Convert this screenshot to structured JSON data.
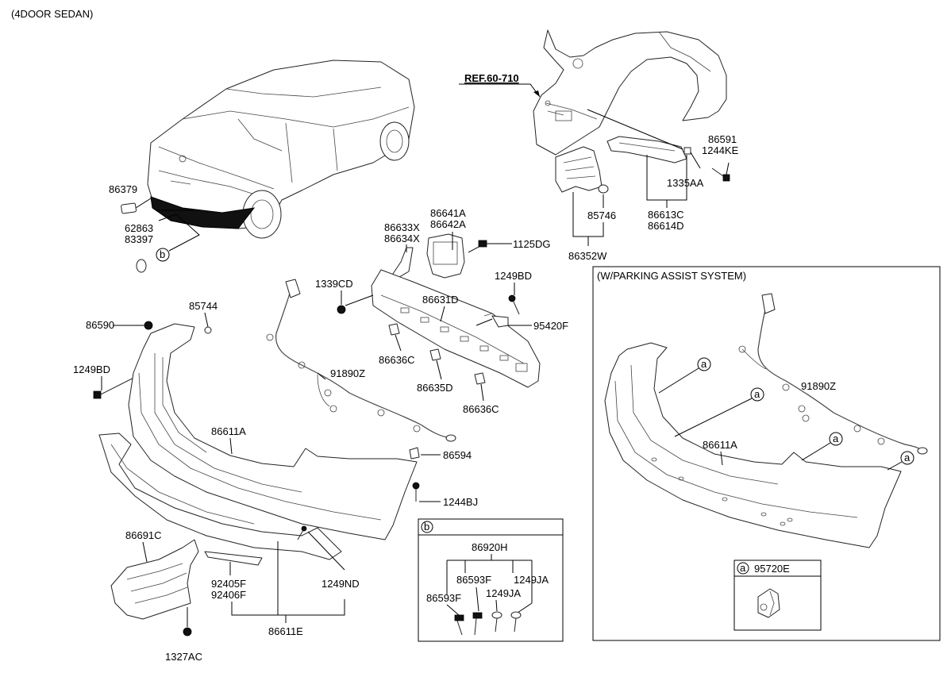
{
  "header": {
    "variant": "(4DOOR SEDAN)"
  },
  "ref_label": "REF.60-710",
  "parts": {
    "p86379": "86379",
    "p62863": "62863",
    "p83397": "83397",
    "callout_b": "b",
    "p86641A": "86641A",
    "p86642A": "86642A",
    "p86633X": "86633X",
    "p86634X": "86634X",
    "p1125DG": "1125DG",
    "p1339CD": "1339CD",
    "p1249BD_top": "1249BD",
    "p86631D": "86631D",
    "p95420F": "95420F",
    "p86636C_a": "86636C",
    "p86635D": "86635D",
    "p86636C_b": "86636C",
    "p91890Z": "91890Z",
    "p85744": "85744",
    "p86590": "86590",
    "p1249BD_left": "1249BD",
    "p86611A": "86611A",
    "p86594": "86594",
    "p1244BJ": "1244BJ",
    "p86691C": "86691C",
    "p92405F": "92405F",
    "p92406F": "92406F",
    "p1249ND": "1249ND",
    "p86611E": "86611E",
    "p1327AC": "1327AC",
    "p85746": "85746",
    "p86352W": "86352W",
    "p86613C": "86613C",
    "p86614D": "86614D",
    "p86591": "86591",
    "p1244KE": "1244KE",
    "p1335AA": "1335AA"
  },
  "box_b": {
    "header": "b",
    "p86920H": "86920H",
    "p86593F_a": "86593F",
    "p86593F_b": "86593F",
    "p1249JA_a": "1249JA",
    "p1249JA_b": "1249JA"
  },
  "parking": {
    "title": "(W/PARKING ASSIST SYSTEM)",
    "p91890Z": "91890Z",
    "p86611A": "86611A",
    "callout_a": "a",
    "sensor_callout": "a",
    "sensor_part": "95720E"
  }
}
